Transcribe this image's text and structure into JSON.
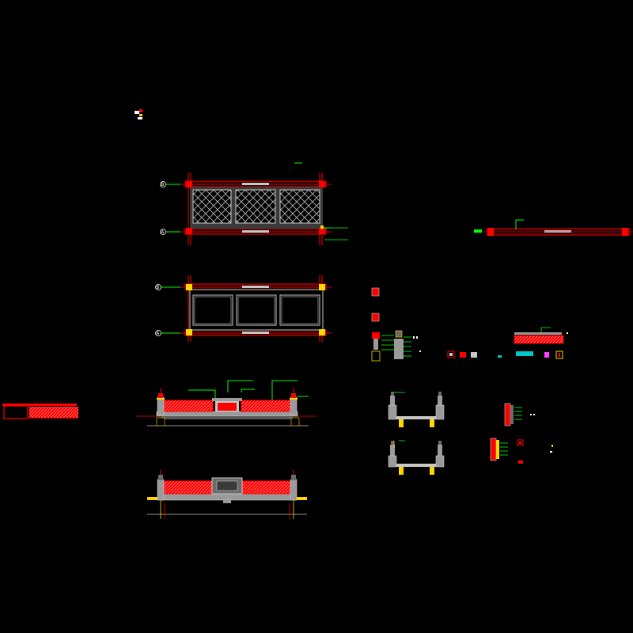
{
  "drawing": {
    "background": "#000000",
    "colors": {
      "wall_red": "#ff0000",
      "dark_red": "#a00000",
      "grey": "#9a9a9a",
      "light_grey": "#c8c8c8",
      "green": "#00ff00",
      "yellow": "#ffd800",
      "cyan": "#00c8c8",
      "white": "#ffffff",
      "magenta": "#ff3cff"
    },
    "views": [
      {
        "name": "floor-plan-lattice",
        "axis_labels": [
          "B",
          "A"
        ]
      },
      {
        "name": "ceiling-plan-panels",
        "axis_labels": [
          "B",
          "A"
        ]
      },
      {
        "name": "front-elevation"
      },
      {
        "name": "rear-elevation"
      },
      {
        "name": "side-section-1"
      },
      {
        "name": "side-section-2"
      },
      {
        "name": "side-plan-strip"
      },
      {
        "name": "wall-detail-left"
      },
      {
        "name": "detail-cluster"
      }
    ]
  }
}
